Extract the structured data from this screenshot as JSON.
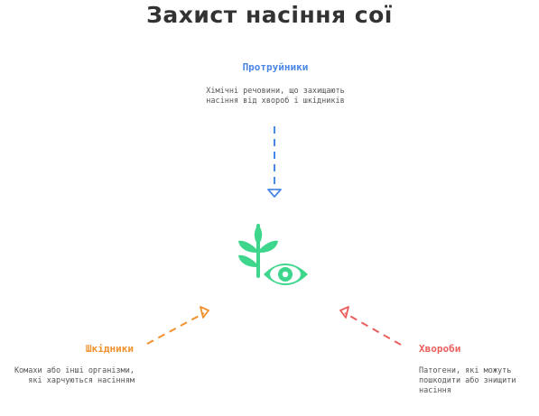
{
  "title": "Захист насіння сої",
  "center_icon": {
    "icon": "sprout-eye-icon"
  },
  "nodes": {
    "top": {
      "title": "Протруйники",
      "desc": "Хімічні речовини, що захищають насіння від хвороб і шкідників",
      "color": "#4a86e8"
    },
    "left": {
      "title": "Шкідники",
      "desc": "Комахи або інші організми, які харчуються насінням",
      "color": "#f0912d"
    },
    "right": {
      "title": "Хвороби",
      "desc": "Патогени, які можуть пошкодити або знищити насіння",
      "color": "#ec5e5e"
    }
  },
  "colors": {
    "icon": "#3dd68c",
    "title": "#333333"
  }
}
